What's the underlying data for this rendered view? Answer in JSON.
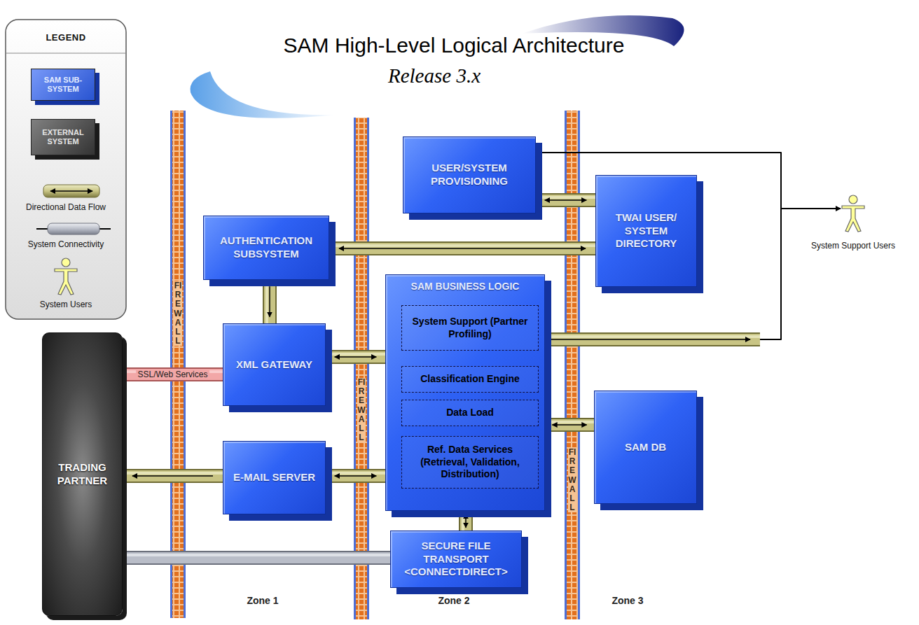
{
  "diagram": {
    "title": "SAM High-Level Logical Architecture",
    "nodes": [
      {
        "text": [
          "USER/SYSTEM PROVISIONING"
        ]
      },
      {
        "text": [
          "AUTHENTICATION SUBSYSTEM"
        ]
      },
      {
        "text": [
          "TWAI USER/ SYSTEM DIRECTORY"
        ]
      },
      {
        "text": [
          "SAM BUSINESS LOGIC"
        ]
      },
      {
        "text": [
          "System Support (Partner Profiling)"
        ],
        "in": 3
      },
      {
        "text": [
          "Classification Engine"
        ],
        "in": 3
      },
      {
        "text": [
          "Data Load"
        ],
        "in": 3
      },
      {
        "text": [
          "Ref. Data Services (Retrieval, Validation, Distribution)"
        ],
        "in": 3
      },
      {
        "text": [
          "XML GATEWAY"
        ]
      },
      {
        "text": [
          "TRADING PARTNER"
        ]
      },
      {
        "text": [
          "E-MAIL SERVER"
        ]
      },
      {
        "text": [
          "SAM DB"
        ]
      },
      {
        "text": [
          "SECURE FILE TRANSPORT <CONNECTDIRECT>"
        ]
      },
      {
        "text": [
          "System Support Users"
        ]
      }
    ],
    "edges": [
      {
        "from": 0,
        "to": 2,
        "arrow": "both"
      },
      {
        "from": 1,
        "to": 2,
        "arrow": "both"
      },
      {
        "from": 1,
        "to": 8,
        "arrow": "to"
      },
      {
        "from": 8,
        "to": 3,
        "arrow": "both"
      },
      {
        "from": 4,
        "to": 13,
        "arrow": "to"
      },
      {
        "from": 0,
        "to": 13,
        "arrow": "none"
      },
      {
        "from": 9,
        "to": 8,
        "label": "SSL/Web Services",
        "arrow": "none"
      },
      {
        "from": 10,
        "to": 9,
        "arrow": "to"
      },
      {
        "from": 10,
        "to": 3,
        "arrow": "both"
      },
      {
        "from": 3,
        "to": 11,
        "arrow": "both"
      },
      {
        "from": 3,
        "to": 12,
        "arrow": "both"
      },
      {
        "from": 9,
        "to": 12,
        "arrow": "none"
      }
    ],
    "labels": [
      "Release 3.x",
      "LEGEND",
      "FIREWALL",
      "FIREWALL",
      "FIREWALL",
      "Zone 1",
      "Zone 2",
      "Zone 3"
    ],
    "legend": [
      {
        "text": "SAM SUB-SYSTEM",
        "color": "#2f62f5"
      },
      {
        "text": "EXTERNAL SYSTEM",
        "color": "#3c3c3c"
      },
      {
        "text": "Directional Data Flow"
      },
      {
        "text": "System Connectivity"
      },
      {
        "text": "System Users"
      }
    ]
  }
}
